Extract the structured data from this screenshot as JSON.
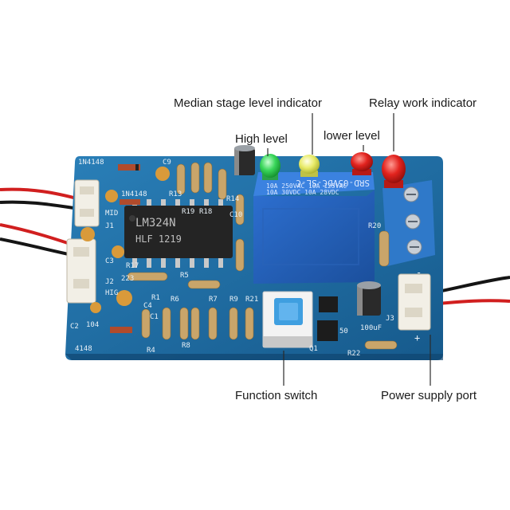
{
  "callouts": {
    "median_stage_level_indicator": "Median stage level indicator",
    "relay_work_indicator": "Relay work indicator",
    "high_level": "High level",
    "lower_level": "lower level",
    "function_switch": "Function  switch",
    "power_supply_port": "Power supply port"
  },
  "board": {
    "ic_line1": "LM324N",
    "ic_line2": "HLF  1219",
    "relay_line1": "SRD-05VDC-SL-C",
    "relay_line2": "10A 250VAC 10A 125VAC",
    "relay_line3": "10A 30VDC 10A 28VDC",
    "silk": {
      "n4148_top": "1N4148",
      "n4148_mid": "1N4148",
      "n4148_bottom": "4148",
      "j1": "J1",
      "mid": "MID",
      "j2": "J2",
      "hig": "HIG",
      "c1": "C1",
      "c2": "C2",
      "c3": "C3",
      "c4": "C4",
      "c9": "C9",
      "c10": "C10",
      "r1": "R1",
      "r4": "R4",
      "r5": "R5",
      "r6": "R6",
      "r7": "R7",
      "r8": "R8",
      "r9": "R9",
      "r13": "R13",
      "r14": "R14",
      "r17": "R17",
      "r18": "R18",
      "r19": "R19",
      "r20": "R20",
      "r21": "R21",
      "r22": "R22",
      "q1": "Q1",
      "j3": "J3",
      "cap_label": "100uF",
      "d_label": "104",
      "fifty": "50",
      "twentythree": "223",
      "vcc": "+",
      "gnd": "-"
    }
  },
  "colors": {
    "board": "#1f6fa6",
    "relay": "#1f5fb8",
    "terminal": "#2f79c9",
    "led_green": "#39d65a",
    "led_yellow": "#e9ec6a",
    "led_red": "#e2231e",
    "wire_red": "#d11f1f",
    "wire_black": "#151515"
  }
}
